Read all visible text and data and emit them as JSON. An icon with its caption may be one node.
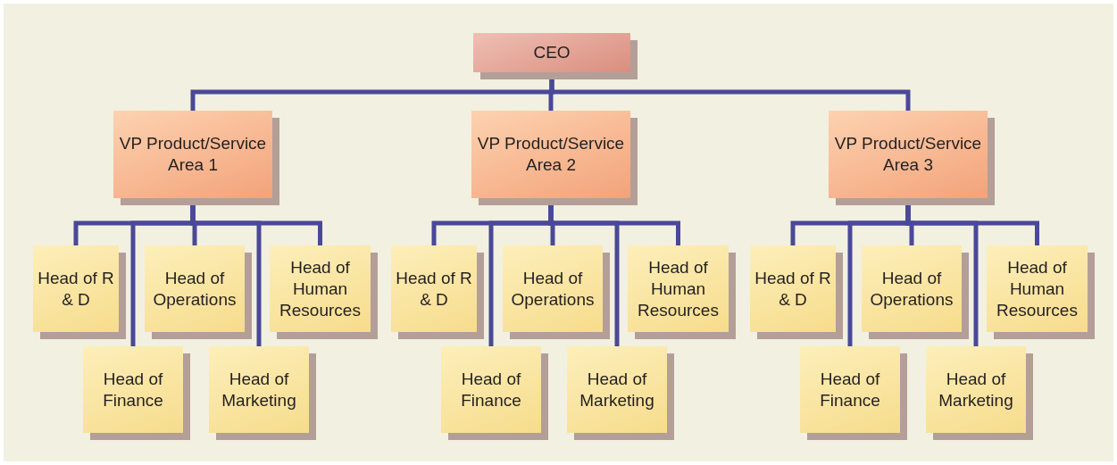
{
  "diagram": {
    "nodes": [
      {
        "text": [
          "CEO"
        ]
      },
      {
        "text": [
          "VP Product/Service Area 1"
        ]
      },
      {
        "text": [
          "VP Product/Service Area 2"
        ]
      },
      {
        "text": [
          "VP Product/Service Area 3"
        ]
      },
      {
        "text": [
          "Head of R & D"
        ]
      },
      {
        "text": [
          "Head of Operations"
        ]
      },
      {
        "text": [
          "Head of Human Resources"
        ]
      },
      {
        "text": [
          "Head of Finance"
        ]
      },
      {
        "text": [
          "Head of Marketing"
        ]
      },
      {
        "text": [
          "Head of R & D"
        ]
      },
      {
        "text": [
          "Head of Operations"
        ]
      },
      {
        "text": [
          "Head of Human Resources"
        ]
      },
      {
        "text": [
          "Head of Finance"
        ]
      },
      {
        "text": [
          "Head of Marketing"
        ]
      },
      {
        "text": [
          "Head of R & D"
        ]
      },
      {
        "text": [
          "Head of Operations"
        ]
      },
      {
        "text": [
          "Head of Human Resources"
        ]
      },
      {
        "text": [
          "Head of Finance"
        ]
      },
      {
        "text": [
          "Head of Marketing"
        ]
      }
    ],
    "edges": [
      {
        "from": 0,
        "to": 1,
        "arrow": "none"
      },
      {
        "from": 0,
        "to": 2,
        "arrow": "none"
      },
      {
        "from": 0,
        "to": 3,
        "arrow": "none"
      },
      {
        "from": 1,
        "to": 4,
        "arrow": "none"
      },
      {
        "from": 1,
        "to": 7,
        "arrow": "none"
      },
      {
        "from": 1,
        "to": 5,
        "arrow": "none"
      },
      {
        "from": 1,
        "to": 8,
        "arrow": "none"
      },
      {
        "from": 1,
        "to": 6,
        "arrow": "none"
      },
      {
        "from": 2,
        "to": 9,
        "arrow": "none"
      },
      {
        "from": 2,
        "to": 12,
        "arrow": "none"
      },
      {
        "from": 2,
        "to": 10,
        "arrow": "none"
      },
      {
        "from": 2,
        "to": 13,
        "arrow": "none"
      },
      {
        "from": 2,
        "to": 11,
        "arrow": "none"
      },
      {
        "from": 3,
        "to": 14,
        "arrow": "none"
      },
      {
        "from": 3,
        "to": 17,
        "arrow": "none"
      },
      {
        "from": 3,
        "to": 15,
        "arrow": "none"
      },
      {
        "from": 3,
        "to": 18,
        "arrow": "none"
      },
      {
        "from": 3,
        "to": 16,
        "arrow": "none"
      }
    ]
  }
}
